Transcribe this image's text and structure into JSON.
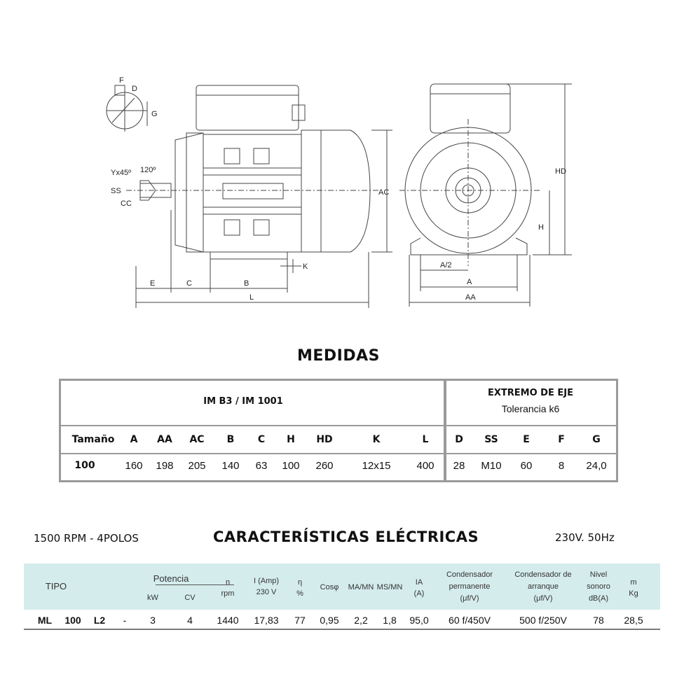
{
  "drawing": {
    "side_labels": {
      "F": "F",
      "D": "D",
      "G": "G",
      "Y": "Yx45º",
      "angle": "120º",
      "SS": "SS",
      "CC": "CC",
      "AC": "AC",
      "K": "K",
      "E": "E",
      "C": "C",
      "B": "B",
      "L": "L"
    },
    "front_labels": {
      "HD": "HD",
      "H": "H",
      "A2": "A/2",
      "A": "A",
      "AA": "AA"
    }
  },
  "medidas": {
    "title": "MEDIDAS",
    "group_left": "IM B3 / IM 1001",
    "group_right_title": "EXTREMO DE EJE",
    "group_right_sub": "Tolerancia k6",
    "headers": [
      "Tamaño",
      "A",
      "AA",
      "AC",
      "B",
      "C",
      "H",
      "HD",
      "K",
      "L",
      "D",
      "SS",
      "E",
      "F",
      "G"
    ],
    "row": [
      "100",
      "160",
      "198",
      "205",
      "140",
      "63",
      "100",
      "260",
      "12x15",
      "400",
      "28",
      "M10",
      "60",
      "8",
      "24,0"
    ]
  },
  "electricas": {
    "title": "CARACTERÍSTICAS ELÉCTRICAS",
    "rpm_label": "1500 RPM - 4POLOS",
    "voltage_label": "230V. 50Hz",
    "headers": {
      "tipo": "TIPO",
      "potencia": "Potencia",
      "kw": "kW",
      "cv": "CV",
      "n": "n",
      "rpm": "rpm",
      "iamp": "I (Amp)",
      "v230": "230 V",
      "eta": "η",
      "pct": "%",
      "cos": "Cosφ",
      "ma": "MA/MN",
      "ms": "MS/MN",
      "ia": "IA",
      "ia_unit": "(A)",
      "cond_perm_1": "Condensador",
      "cond_perm_2": "permanente",
      "cond_perm_3": "(μf/V)",
      "cond_arr_1": "Condensador de",
      "cond_arr_2": "arranque",
      "cond_arr_3": "(μf/V)",
      "nivel_1": "Nivel",
      "nivel_2": "sonoro",
      "nivel_3": "dB(A)",
      "m": "m",
      "kg": "Kg"
    },
    "row": {
      "serie": "ML",
      "tam": "100",
      "var": "L2",
      "dash": "-",
      "kw": "3",
      "cv": "4",
      "rpm": "1440",
      "amp": "17,83",
      "eta": "77",
      "cos": "0,95",
      "ma": "2,2",
      "ms": "1,8",
      "ia": "95,0",
      "cond_perm": "60 f/450V",
      "cond_arr": "500 f/250V",
      "db": "78",
      "kg": "28,5"
    }
  }
}
